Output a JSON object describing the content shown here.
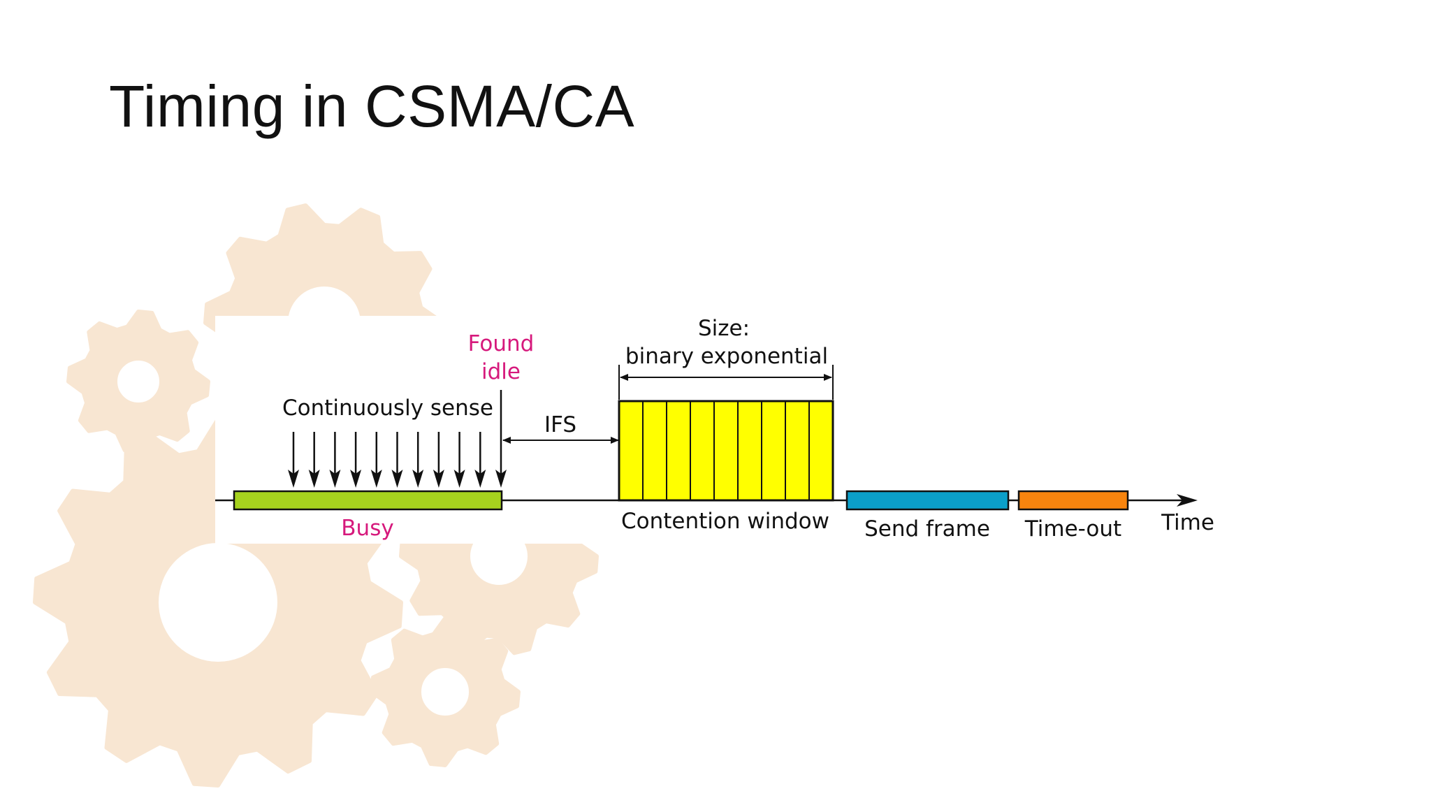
{
  "slide": {
    "title": "Timing in CSMA/CA"
  },
  "diagram": {
    "labels": {
      "found_idle_line1": "Found",
      "found_idle_line2": "idle",
      "continuously_sense": "Continuously sense",
      "ifs": "IFS",
      "size_line1": "Size:",
      "size_line2": "binary exponential",
      "busy": "Busy",
      "contention_window": "Contention window",
      "send_frame": "Send frame",
      "time_out": "Time-out",
      "time": "Time"
    },
    "colors": {
      "busy": "#a6d21e",
      "contention_window": "#ffff00",
      "send_frame": "#0b9fc9",
      "time_out": "#f7840e",
      "highlight_text": "#d6197c",
      "gear": "#f8e6d2"
    },
    "contention_slots": 9,
    "sense_arrows": 11
  }
}
